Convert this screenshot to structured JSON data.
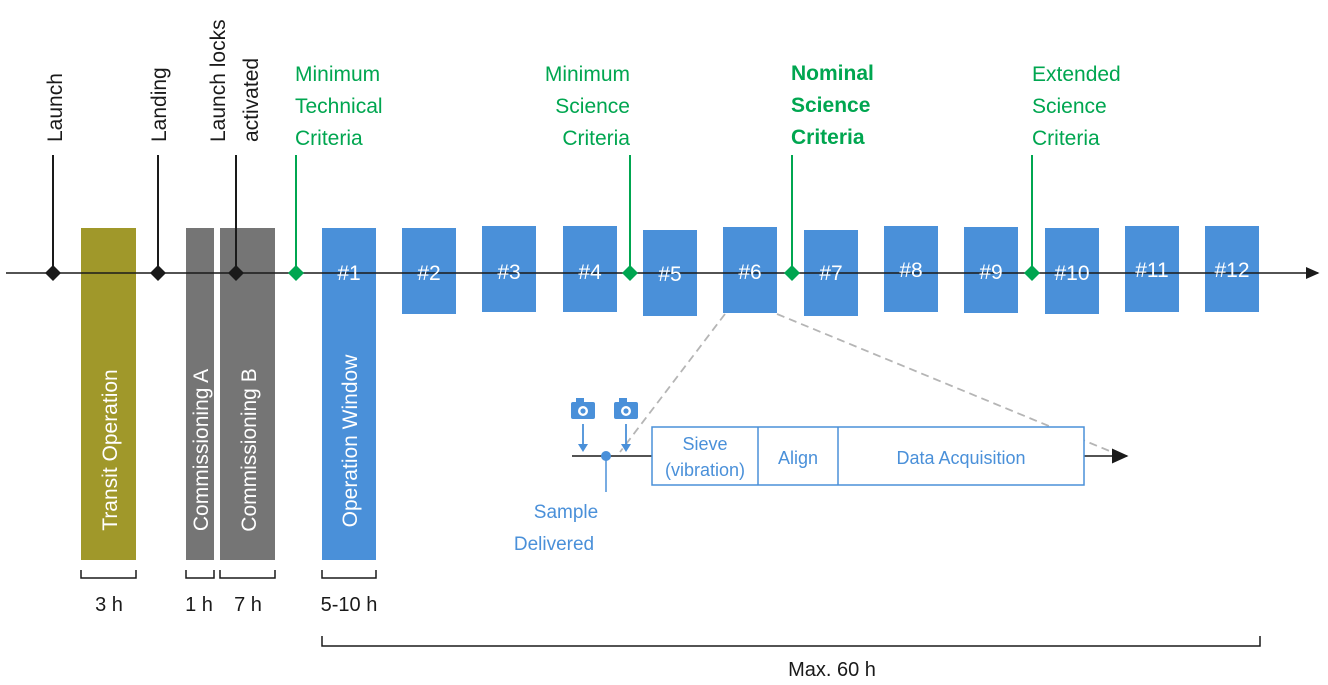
{
  "events": {
    "launch": "Launch",
    "landing": "Landing",
    "launch_locks_line1": "Launch locks",
    "launch_locks_line2": "activated"
  },
  "criteria": {
    "min_technical": [
      "Minimum",
      "Technical",
      "Criteria"
    ],
    "min_science": [
      "Minimum",
      "Science",
      "Criteria"
    ],
    "nominal_science": [
      "Nominal",
      "Science",
      "Criteria"
    ],
    "extended_science": [
      "Extended",
      "Science",
      "Criteria"
    ]
  },
  "phases": {
    "transit": "Transit Operation",
    "commissioning_a": "Commissioning A",
    "commissioning_b": "Commissioning B",
    "operation_window": "Operation Window"
  },
  "windows": [
    "#1",
    "#2",
    "#3",
    "#4",
    "#5",
    "#6",
    "#7",
    "#8",
    "#9",
    "#10",
    "#11",
    "#12"
  ],
  "detail": {
    "sieve_line1": "Sieve",
    "sieve_line2": "(vibration)",
    "align": "Align",
    "data_acquisition": "Data Acquisition",
    "sample_line1": "Sample",
    "sample_line2": "Delivered"
  },
  "durations": {
    "transit": "3 h",
    "commissioning_a": "1 h",
    "commissioning_b": "7 h",
    "operation_window": "5-10 h",
    "total": "Max. 60 h"
  },
  "colors": {
    "transit": "#a0982a",
    "commissioning": "#757575",
    "window": "#4a90d9",
    "criteria": "#00a650",
    "text": "#1a1a1a"
  },
  "icons": [
    "camera-icon",
    "camera-icon"
  ]
}
